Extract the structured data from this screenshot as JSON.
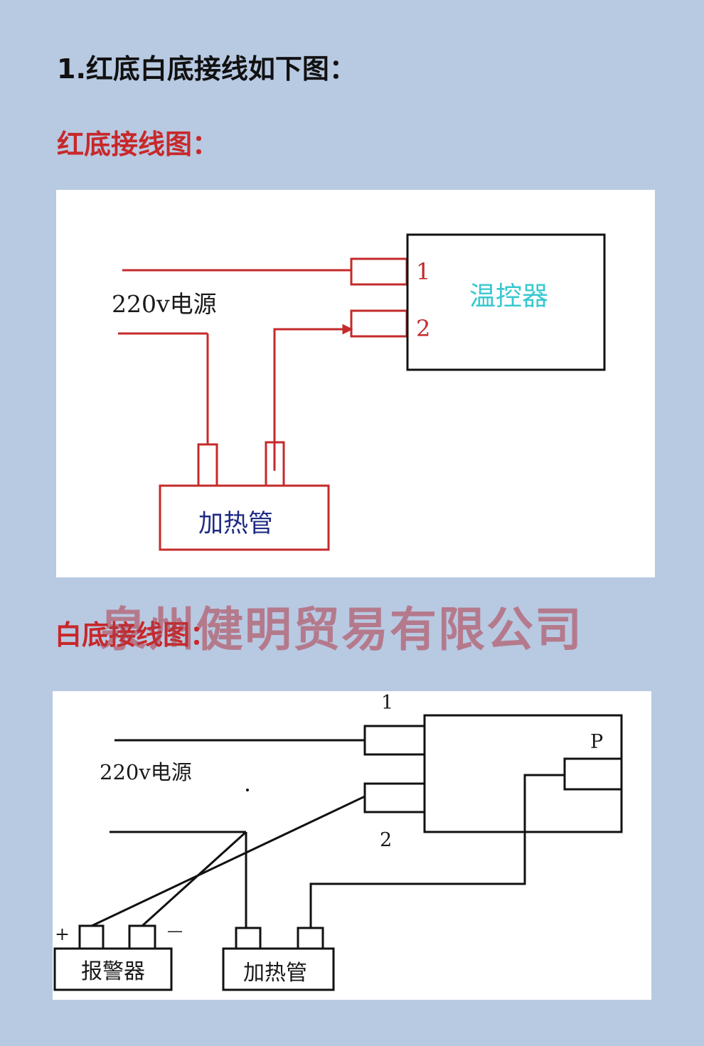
{
  "headings": {
    "main": "1.红底白底接线如下图：",
    "red_diagram": "红底接线图：",
    "white_diagram": "白底接线图："
  },
  "red_diagram": {
    "power_label": "220v电源",
    "controller_label": "温控器",
    "terminal_1": "1",
    "terminal_2": "2",
    "heater_label": "加热管",
    "colors": {
      "wire": "#c42a2a",
      "controller_text": "#37c8d0",
      "heater_text": "#1f2b84"
    }
  },
  "white_diagram": {
    "power_label": "220v电源",
    "terminal_1": "1",
    "terminal_2": "2",
    "terminal_p": "P",
    "alarm_label": "报警器",
    "alarm_plus": "+",
    "alarm_minus": "—",
    "heater_label": "加热管",
    "colors": {
      "wire": "#111111"
    }
  },
  "watermark": "泉州健明贸易有限公司"
}
